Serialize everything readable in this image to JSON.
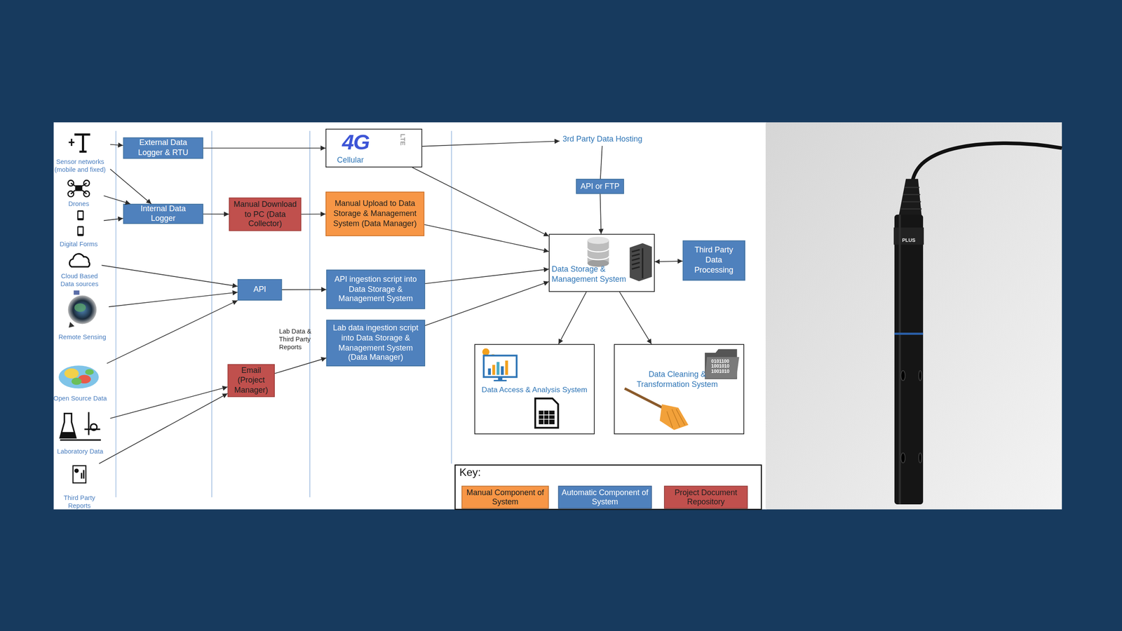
{
  "diagram": {
    "nodes": [
      {
        "text": [
          "Sensor networks (mobile and fixed)"
        ]
      },
      {
        "text": [
          "Drones"
        ]
      },
      {
        "text": [
          "Digital Forms"
        ]
      },
      {
        "text": [
          "Cloud Based Data sources"
        ]
      },
      {
        "text": [
          "Remote Sensing"
        ]
      },
      {
        "text": [
          "Open Source Data"
        ]
      },
      {
        "text": [
          "Laboratory Data"
        ]
      },
      {
        "text": [
          "Third Party Reports"
        ]
      },
      {
        "text": [
          "External Data Logger & RTU"
        ]
      },
      {
        "text": [
          "Internal Data Logger"
        ]
      },
      {
        "text": [
          "Manual Download to PC (Data Collector)"
        ]
      },
      {
        "text": [
          "API"
        ]
      },
      {
        "text": [
          "Email (Project Manager)"
        ]
      },
      {
        "text": [
          "4G",
          "LTE",
          "Cellular"
        ]
      },
      {
        "text": [
          "Manual Upload to Data Storage & Management System (Data Manager)"
        ]
      },
      {
        "text": [
          "API ingestion script into Data Storage & Management System"
        ]
      },
      {
        "text": [
          "Lab data ingestion script into Data Storage & Management System (Data Manager)"
        ]
      },
      {
        "text": [
          "3rd Party Data Hosting"
        ]
      },
      {
        "text": [
          "API or FTP"
        ]
      },
      {
        "text": [
          "Data Storage & Management System"
        ]
      },
      {
        "text": [
          "Third Party Data Processing"
        ]
      },
      {
        "text": [
          "Data Access & Analysis System"
        ]
      },
      {
        "text": [
          "Data Cleaning & Transformation System",
          "0101100 1001010 1001010"
        ]
      }
    ],
    "edges": [
      {
        "from": 0,
        "to": 8,
        "arrow": "to"
      },
      {
        "from": 0,
        "to": 9,
        "arrow": "to"
      },
      {
        "from": 1,
        "to": 9,
        "arrow": "to"
      },
      {
        "from": 2,
        "to": 9,
        "arrow": "to"
      },
      {
        "from": 8,
        "to": 13,
        "arrow": "to"
      },
      {
        "from": 9,
        "to": 10,
        "arrow": "to"
      },
      {
        "from": 10,
        "to": 14,
        "arrow": "to"
      },
      {
        "from": 3,
        "to": 11,
        "arrow": "to"
      },
      {
        "from": 4,
        "to": 11,
        "arrow": "to"
      },
      {
        "from": 5,
        "to": 11,
        "arrow": "to"
      },
      {
        "from": 11,
        "to": 15,
        "arrow": "to"
      },
      {
        "from": 6,
        "to": 12,
        "arrow": "to"
      },
      {
        "from": 7,
        "to": 12,
        "arrow": "to"
      },
      {
        "from": 12,
        "to": 16,
        "label": "Lab Data & Third Party Reports",
        "arrow": "to"
      },
      {
        "from": 13,
        "to": 17,
        "arrow": "to"
      },
      {
        "from": 13,
        "to": 19,
        "arrow": "to"
      },
      {
        "from": 14,
        "to": 19,
        "arrow": "to"
      },
      {
        "from": 15,
        "to": 19,
        "arrow": "to"
      },
      {
        "from": 16,
        "to": 19,
        "arrow": "to"
      },
      {
        "from": 17,
        "to": 18,
        "arrow": "none"
      },
      {
        "from": 18,
        "to": 19,
        "arrow": "to"
      },
      {
        "from": 19,
        "to": 20,
        "arrow": "both"
      },
      {
        "from": 19,
        "to": 21,
        "arrow": "to"
      },
      {
        "from": 19,
        "to": 22,
        "arrow": "to"
      }
    ],
    "labels": [
      "Key:",
      "PLUS"
    ],
    "legend": [
      {
        "text": "Manual Component of System",
        "color": "#f79646"
      },
      {
        "text": "Automatic Component of System",
        "color": "#4f81bd"
      },
      {
        "text": "Project Document Repository",
        "color": "#c0504d"
      }
    ]
  }
}
